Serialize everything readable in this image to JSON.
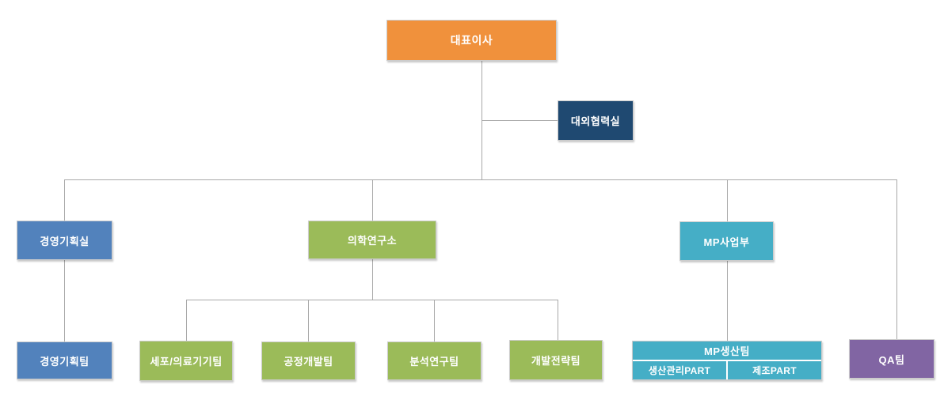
{
  "colors": {
    "orange": "#F0913C",
    "navy": "#1F4971",
    "blue": "#5282BC",
    "green": "#9BBB59",
    "teal": "#45AEC6",
    "purple": "#8165A3",
    "line": "#A9A9A9"
  },
  "org": {
    "ceo": {
      "label": "대표이사"
    },
    "staff": {
      "external_cooperation_office": {
        "label": "대외협력실"
      }
    },
    "divisions": {
      "management_planning_office": {
        "label": "경영기획실"
      },
      "medical_research_institute": {
        "label": "의학연구소"
      },
      "mp_division": {
        "label": "MP사업부"
      },
      "qa_team": {
        "label": "QA팀"
      }
    },
    "teams": {
      "management_planning_team": {
        "label": "경영기획팀"
      },
      "cell_medical_device_team": {
        "label": "세포/의료기기팀"
      },
      "process_development_team": {
        "label": "공정개발팀"
      },
      "analysis_research_team": {
        "label": "분석연구팀"
      },
      "development_strategy_team": {
        "label": "개발전략팀"
      },
      "mp_production_team": {
        "label": "MP생산팀",
        "parts": [
          "생산관리PART",
          "제조PART"
        ]
      }
    }
  }
}
